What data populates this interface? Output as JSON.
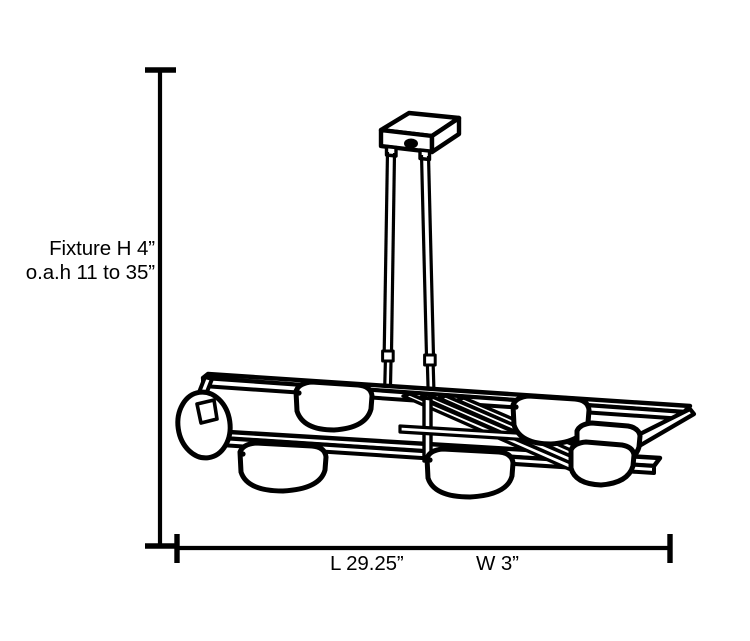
{
  "drawing": {
    "kind": "technical-line-drawing",
    "subject": "linear island pendant light fixture",
    "view": "isometric",
    "background_color": "#ffffff",
    "line_color": "#000000",
    "fill_color": "#ffffff"
  },
  "dimensions": {
    "height_label": {
      "line_1": "Fixture H 4”",
      "line_2": "o.a.h 11 to 35”"
    },
    "length_label": "L 29.25”",
    "width_label": "W 3”"
  },
  "fixture": {
    "canopy": "rectangular ceiling canopy plate with center slot",
    "downrods": 2,
    "lamp_heads": 6,
    "frame": "open linear bar frame with diagonal center cross braces",
    "end_cap": "rounded end head with square socket"
  }
}
